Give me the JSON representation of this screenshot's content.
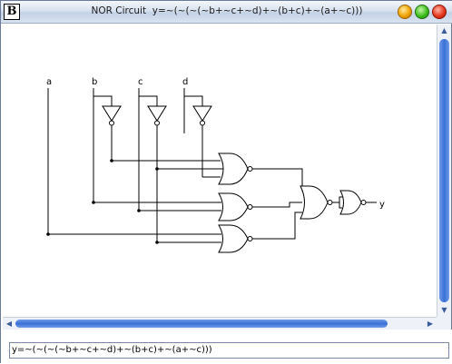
{
  "window": {
    "app_icon_letter": "B",
    "title": "NOR Circuit  y=~(~(~(~b+~c+~d)+~(b+c)+~(a+~c)))"
  },
  "controls": {
    "minimize_icon": "minimize-icon",
    "maximize_icon": "maximize-icon",
    "close_icon": "close-icon"
  },
  "circuit": {
    "inputs": [
      "a",
      "b",
      "c",
      "d"
    ],
    "output": "y"
  },
  "formula": {
    "value": "y=~(~(~(~b+~c+~d)+~(b+c)+~(a+~c)))"
  },
  "colors": {
    "scroll_thumb": "#3a6fd6",
    "title_bar": "#d7e1ef"
  }
}
